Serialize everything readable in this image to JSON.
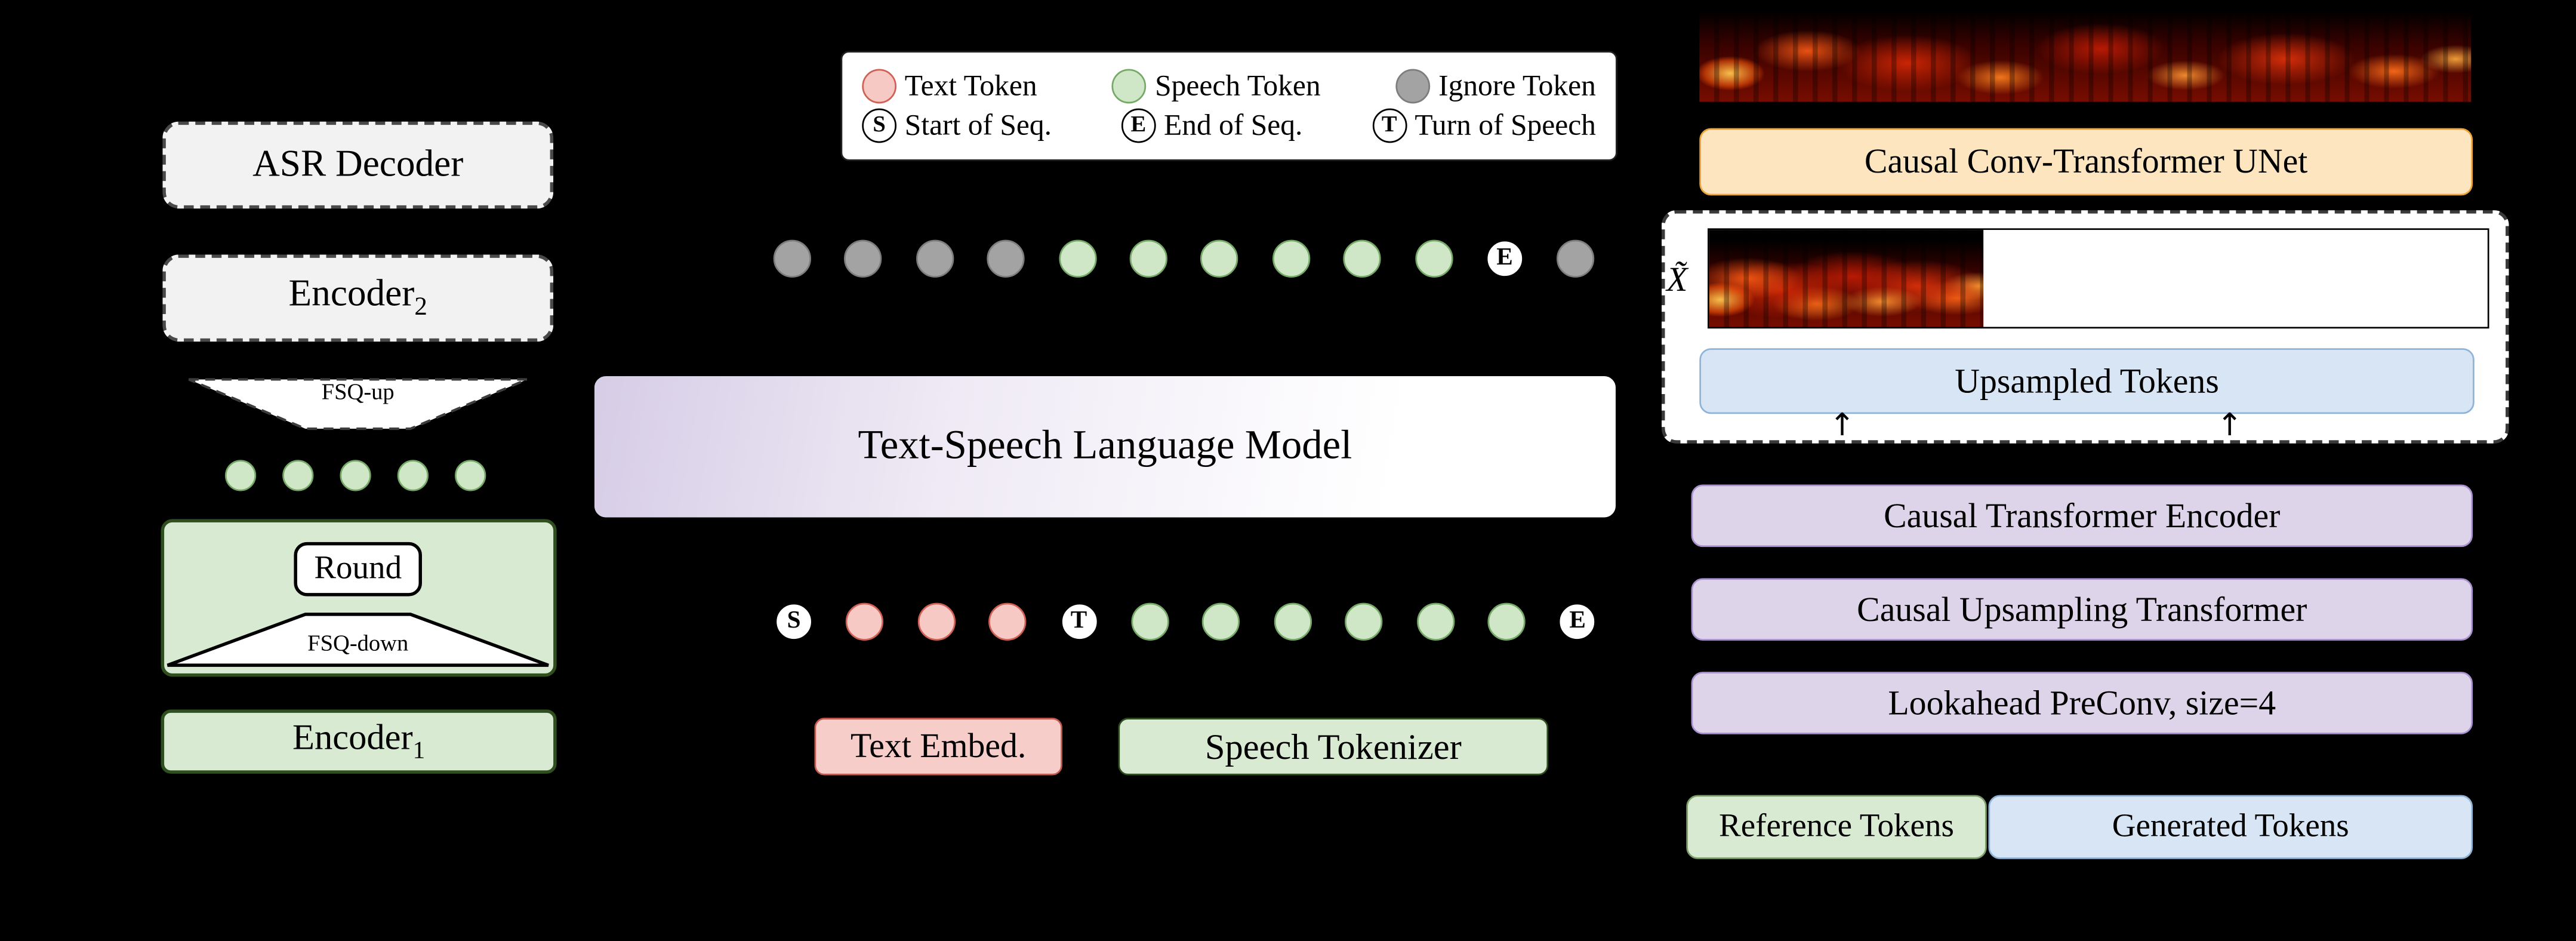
{
  "left_column": {
    "asr_decoder_label": "ASR Decoder",
    "encoder2_label": "Encoder",
    "encoder2_sub": "2",
    "fsq_up_label": "FSQ-up",
    "quantized_token_row": [
      "green",
      "green",
      "green",
      "green",
      "green"
    ],
    "round_label": "Round",
    "fsq_down_label": "FSQ-down",
    "encoder1_label": "Encoder",
    "encoder1_sub": "1"
  },
  "legend": {
    "row1": [
      {
        "marker": "red-circle",
        "label": "Text Token"
      },
      {
        "marker": "green-circle",
        "label": "Speech Token"
      },
      {
        "marker": "gray-circle",
        "label": "Ignore Token"
      }
    ],
    "row2": [
      {
        "marker": "letter",
        "letter": "S",
        "label": "Start of Seq."
      },
      {
        "marker": "letter",
        "letter": "E",
        "label": "End of Seq."
      },
      {
        "marker": "letter",
        "letter": "T",
        "label": "Turn of Speech"
      }
    ]
  },
  "center_column": {
    "top_token_row": [
      "gray",
      "gray",
      "gray",
      "gray",
      "green",
      "green",
      "green",
      "green",
      "green",
      "green",
      "E",
      "gray"
    ],
    "language_model_label": "Text-Speech Language Model",
    "bottom_token_row": [
      "S",
      "red",
      "red",
      "red",
      "T",
      "green",
      "green",
      "green",
      "green",
      "green",
      "green",
      "E"
    ],
    "text_embed_label": "Text Embed.",
    "speech_tokenizer_label": "Speech Tokenizer"
  },
  "right_column": {
    "unet_label": "Causal Conv-Transformer UNet",
    "x_tilde_label": "X̃",
    "upsampled_tokens_label": "Upsampled Tokens",
    "transformer_encoder_label": "Causal Transformer Encoder",
    "upsampling_transformer_label": "Causal Upsampling Transformer",
    "lookahead_label": "Lookahead PreConv, size=4",
    "reference_tokens_label": "Reference Tokens",
    "generated_tokens_label": "Generated Tokens"
  },
  "icons": {
    "up_arrow": "↑"
  },
  "colors": {
    "gray_box_fill": "#f2f2f2",
    "gray_box_border": "#4a4a4a",
    "green_fill": "#d9ead3",
    "green_border": "#2f4f1f",
    "token_green_fill": "#cfe7c6",
    "token_green_border": "#76a968",
    "token_gray_fill": "#a3a3a3",
    "token_gray_border": "#7d7d7d",
    "token_red_fill": "#f6c9c5",
    "token_red_border": "#d06055",
    "purple_fill": "#ded4ea",
    "purple_border": "#a992cf",
    "orange_fill": "#fde5c0",
    "orange_border": "#eda33c",
    "blue_fill": "#d8e5f4",
    "blue_border": "#90b4d8",
    "pink_fill": "#f7cdca",
    "pink_border": "#c45a50",
    "lm_gradient_start": "#d6cde6",
    "background": "#000000"
  }
}
